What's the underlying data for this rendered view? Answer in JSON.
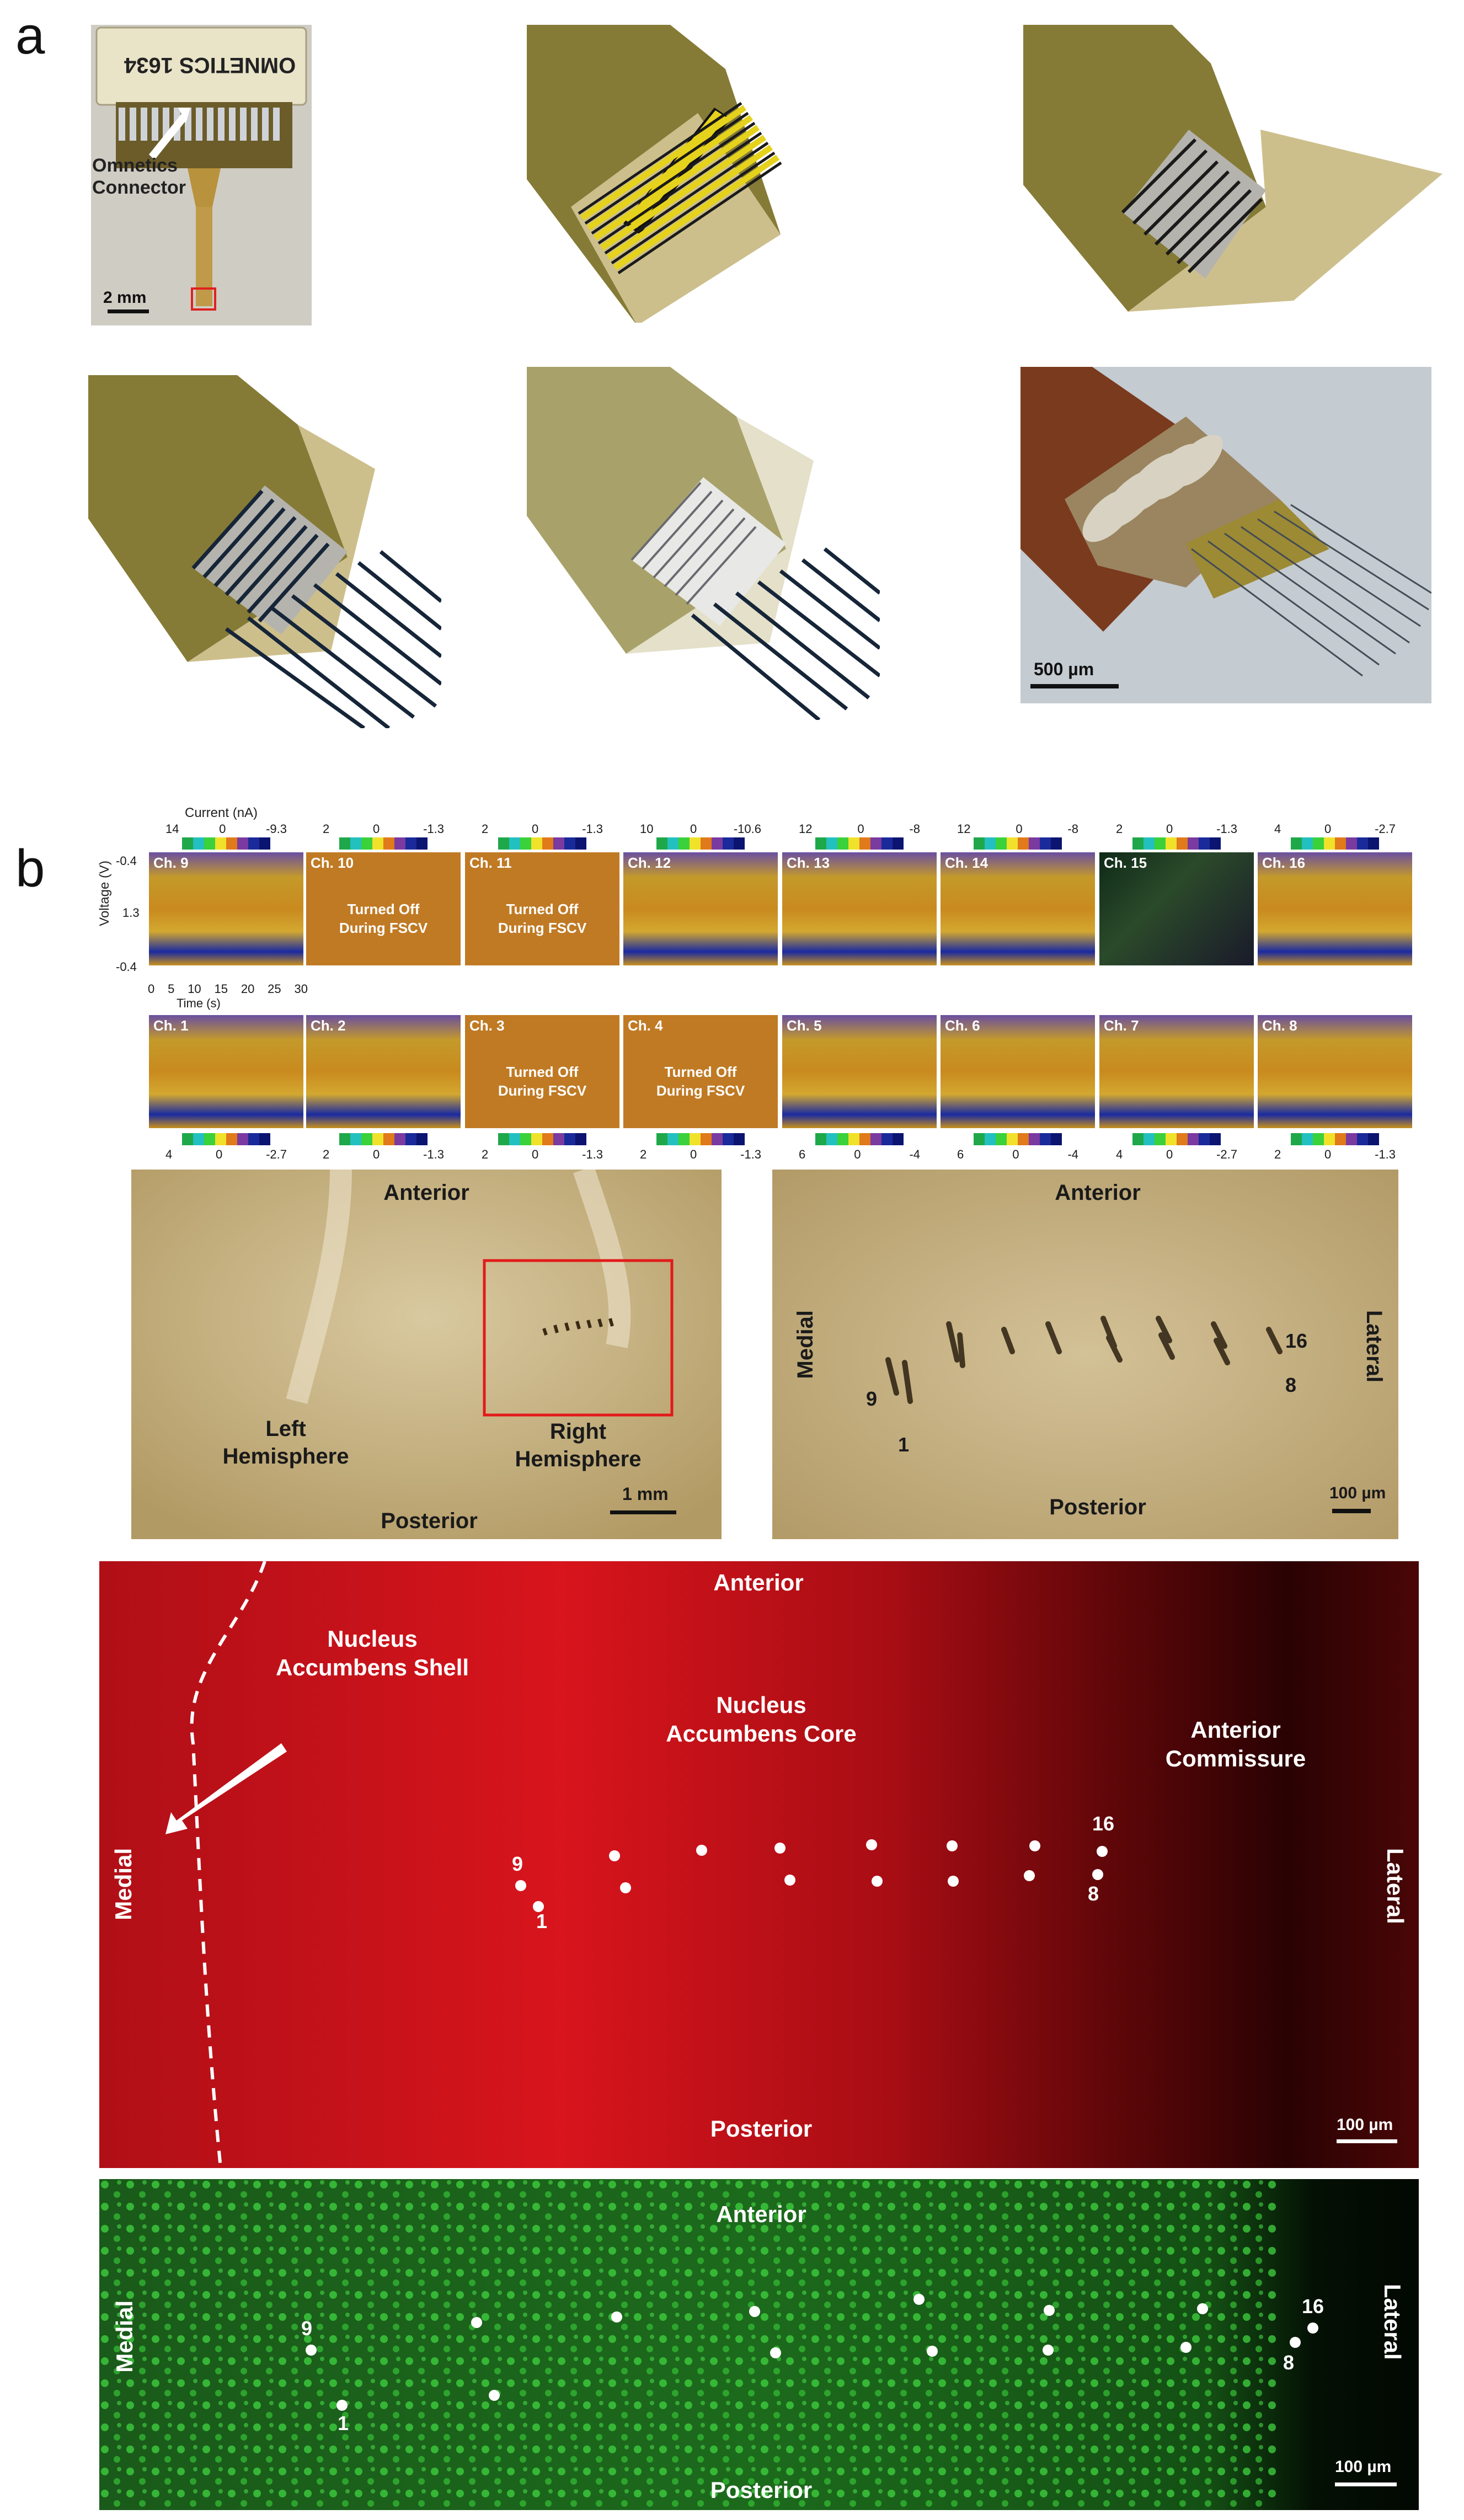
{
  "panels": {
    "a": "a",
    "b": "b"
  },
  "panel_a": {
    "connector_label": "Omnetics\nConnector",
    "connector_print": "OMNETICS 1634",
    "scale_left": "2 mm",
    "scale_right": "500 µm"
  },
  "panel_b_fscv": {
    "current_label": "Current (nA)",
    "voltage_axis_label": "Voltage (V)",
    "voltage_ticks": [
      "-0.4",
      "1.3",
      "-0.4"
    ],
    "time_axis_label": "Time (s)",
    "time_ticks": [
      "0",
      "5",
      "10",
      "15",
      "20",
      "25",
      "30"
    ],
    "top_row": [
      {
        "ch": "Ch. 9",
        "scale": [
          "14",
          "0",
          "-9.3"
        ],
        "off": ""
      },
      {
        "ch": "Ch. 10",
        "scale": [
          "2",
          "0",
          "-1.3"
        ],
        "off": "Turned Off\nDuring FSCV"
      },
      {
        "ch": "Ch. 11",
        "scale": [
          "2",
          "0",
          "-1.3"
        ],
        "off": "Turned Off\nDuring FSCV"
      },
      {
        "ch": "Ch. 12",
        "scale": [
          "10",
          "0",
          "-10.6"
        ],
        "off": ""
      },
      {
        "ch": "Ch. 13",
        "scale": [
          "12",
          "0",
          "-8"
        ],
        "off": ""
      },
      {
        "ch": "Ch. 14",
        "scale": [
          "12",
          "0",
          "-8"
        ],
        "off": ""
      },
      {
        "ch": "Ch. 15",
        "scale": [
          "2",
          "0",
          "-1.3"
        ],
        "off": ""
      },
      {
        "ch": "Ch. 16",
        "scale": [
          "4",
          "0",
          "-2.7"
        ],
        "off": ""
      }
    ],
    "bottom_row": [
      {
        "ch": "Ch. 1",
        "scale": [
          "4",
          "0",
          "-2.7"
        ],
        "off": ""
      },
      {
        "ch": "Ch. 2",
        "scale": [
          "2",
          "0",
          "-1.3"
        ],
        "off": ""
      },
      {
        "ch": "Ch. 3",
        "scale": [
          "2",
          "0",
          "-1.3"
        ],
        "off": "Turned Off\nDuring FSCV"
      },
      {
        "ch": "Ch. 4",
        "scale": [
          "2",
          "0",
          "-1.3"
        ],
        "off": "Turned Off\nDuring FSCV"
      },
      {
        "ch": "Ch. 5",
        "scale": [
          "6",
          "0",
          "-4"
        ],
        "off": ""
      },
      {
        "ch": "Ch. 6",
        "scale": [
          "6",
          "0",
          "-4"
        ],
        "off": ""
      },
      {
        "ch": "Ch. 7",
        "scale": [
          "4",
          "0",
          "-2.7"
        ],
        "off": ""
      },
      {
        "ch": "Ch. 8",
        "scale": [
          "2",
          "0",
          "-1.3"
        ],
        "off": ""
      }
    ]
  },
  "slice_left": {
    "anterior": "Anterior",
    "posterior": "Posterior",
    "left_hemisphere": "Left\nHemisphere",
    "right_hemisphere": "Right\nHemisphere",
    "scale": "1 mm"
  },
  "slice_right": {
    "anterior": "Anterior",
    "posterior": "Posterior",
    "medial": "Medial",
    "lateral": "Lateral",
    "n9": "9",
    "n1": "1",
    "n16": "16",
    "n8": "8",
    "scale": "100 µm"
  },
  "red_panel": {
    "anterior": "Anterior",
    "posterior": "Posterior",
    "medial": "Medial",
    "lateral": "Lateral",
    "shell": "Nucleus\nAccumbens Shell",
    "core": "Nucleus\nAccumbens Core",
    "commissure": "Anterior\nCommissure",
    "n9": "9",
    "n1": "1",
    "n16": "16",
    "n8": "8",
    "scale": "100 µm"
  },
  "green_panel": {
    "anterior": "Anterior",
    "posterior": "Posterior",
    "medial": "Medial",
    "lateral": "Lateral",
    "n9": "9",
    "n1": "1",
    "n16": "16",
    "n8": "8",
    "scale": "100 µm"
  },
  "colors": {
    "polyimide": "#8c8238",
    "fscv_bg": "#c47a1e",
    "red_tissue": "#c0101a",
    "green_tissue": "#0f3a0f"
  }
}
